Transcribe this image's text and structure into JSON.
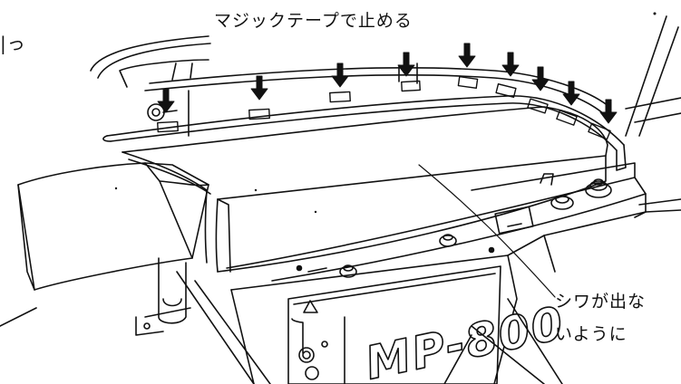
{
  "labels": {
    "partial_left": "|っ",
    "velcro_instruction": "マジックテープで止める",
    "wrinkle_line1": "シワが出な",
    "wrinkle_line2": "いように"
  },
  "machine": {
    "model_name": "MP-800"
  },
  "icons": {
    "arrow": "down-arrow-icon",
    "warning": "warning-triangle-icon"
  },
  "colors": {
    "line": "#111111",
    "background": "#ffffff"
  }
}
